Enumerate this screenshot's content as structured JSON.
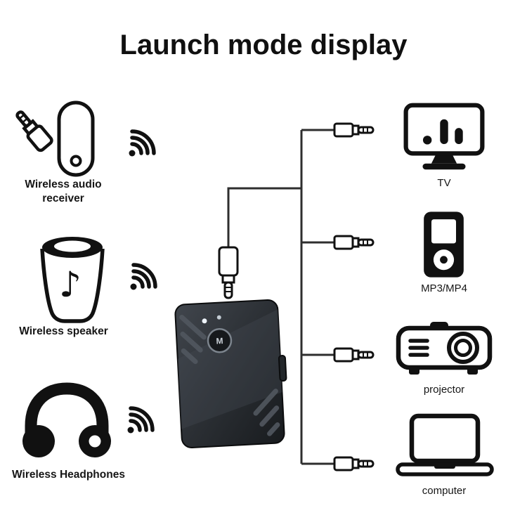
{
  "title": "Launch mode display",
  "center_device": {
    "button_label": "M"
  },
  "left_devices": [
    {
      "label": "Wireless audio receiver"
    },
    {
      "label": "Wireless speaker"
    },
    {
      "label": "Wireless Headphones"
    }
  ],
  "right_devices": [
    {
      "label": "TV"
    },
    {
      "label": "MP3/MP4"
    },
    {
      "label": "projector"
    },
    {
      "label": "computer"
    }
  ],
  "glyphs": {
    "music_note": "♪"
  },
  "colors": {
    "background": "#ffffff",
    "ink": "#111111",
    "device_body": "#2d3136",
    "cable": "#2e2e2e"
  }
}
